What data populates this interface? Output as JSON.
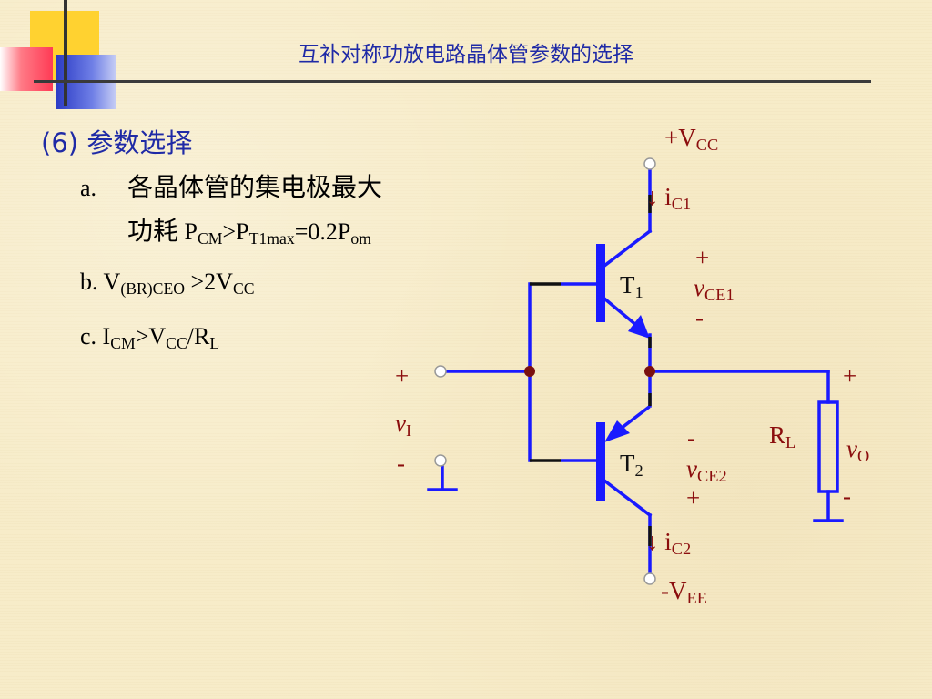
{
  "title": "互补对称功放电路晶体管参数的选择",
  "section": {
    "heading_prefix": "(6)",
    "heading_text": "参数选择"
  },
  "items": {
    "a_marker": "a.",
    "a_line1": "各晶体管的集电极最大",
    "a_line2_cn": "功耗",
    "a_P": "P",
    "a_CM": "CM",
    "a_gt": ">P",
    "a_T1max": "T1max",
    "a_eq": "=0.2P",
    "a_om": "om",
    "b_V": "b. V",
    "b_sub": "(BR)CEO",
    "b_rest": " >2V",
    "b_cc": "CC",
    "c_I": "c. I",
    "c_CM": "CM",
    "c_gt": ">V",
    "c_CC": "CC",
    "c_slash": "/R",
    "c_L": "L"
  },
  "circuit": {
    "vcc_plus": "+V",
    "vcc_sub": "CC",
    "ic1_arrow": "↓",
    "ic1_i": "i",
    "ic1_sub": "C1",
    "vce1_plus": "+",
    "vce1_v": "v",
    "vce1_sub": "CE1",
    "vce1_minus": "-",
    "t1_T": "T",
    "t1_sub": "1",
    "t2_T": "T",
    "t2_sub": "2",
    "vi_plus": "+",
    "vi_v": "v",
    "vi_sub": "I",
    "vi_minus": "-",
    "vce2_minus": "-",
    "vce2_v": "v",
    "vce2_sub": "CE2",
    "vce2_plus": "+",
    "rl_R": "R",
    "rl_sub": "L",
    "vo_plus": "+",
    "vo_v": "v",
    "vo_sub": "O",
    "vo_minus": "-",
    "ic2_arrow": "↓",
    "ic2_i": "i",
    "ic2_sub": "C2",
    "vee_minus": "-V",
    "vee_sub": "EE",
    "colors": {
      "wire": "#1a1aff",
      "label": "#8b0d0d",
      "node": "#7a1010"
    }
  }
}
